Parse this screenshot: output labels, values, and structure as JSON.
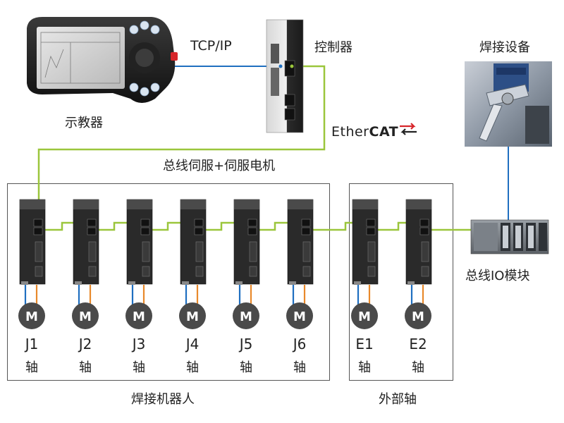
{
  "labels": {
    "tcpip": "TCP/IP",
    "controller": "控制器",
    "teach_pendant": "示教器",
    "welding_equipment": "焊接设备",
    "bus_servo": "总线伺服+伺服电机",
    "bus_io": "总线IO模块",
    "welding_robot": "焊接机器人",
    "external_axis": "外部轴",
    "ethercat_prefix": "Ether",
    "ethercat_suffix": "CAT"
  },
  "motor_symbol": "M",
  "axes": [
    {
      "name": "J1",
      "suffix": "轴"
    },
    {
      "name": "J2",
      "suffix": "轴"
    },
    {
      "name": "J3",
      "suffix": "轴"
    },
    {
      "name": "J4",
      "suffix": "轴"
    },
    {
      "name": "J5",
      "suffix": "轴"
    },
    {
      "name": "J6",
      "suffix": "轴"
    },
    {
      "name": "E1",
      "suffix": "轴"
    },
    {
      "name": "E2",
      "suffix": "轴"
    }
  ],
  "colors": {
    "ethercat_line": "#9bc63c",
    "tcp_line": "#1f6fc0",
    "blue_wire": "#1f6fc0",
    "orange_wire": "#e8892b",
    "motor": "#4a4a4a",
    "drive_body": "#2a2a2a",
    "ethercat_red": "#d7262b"
  }
}
